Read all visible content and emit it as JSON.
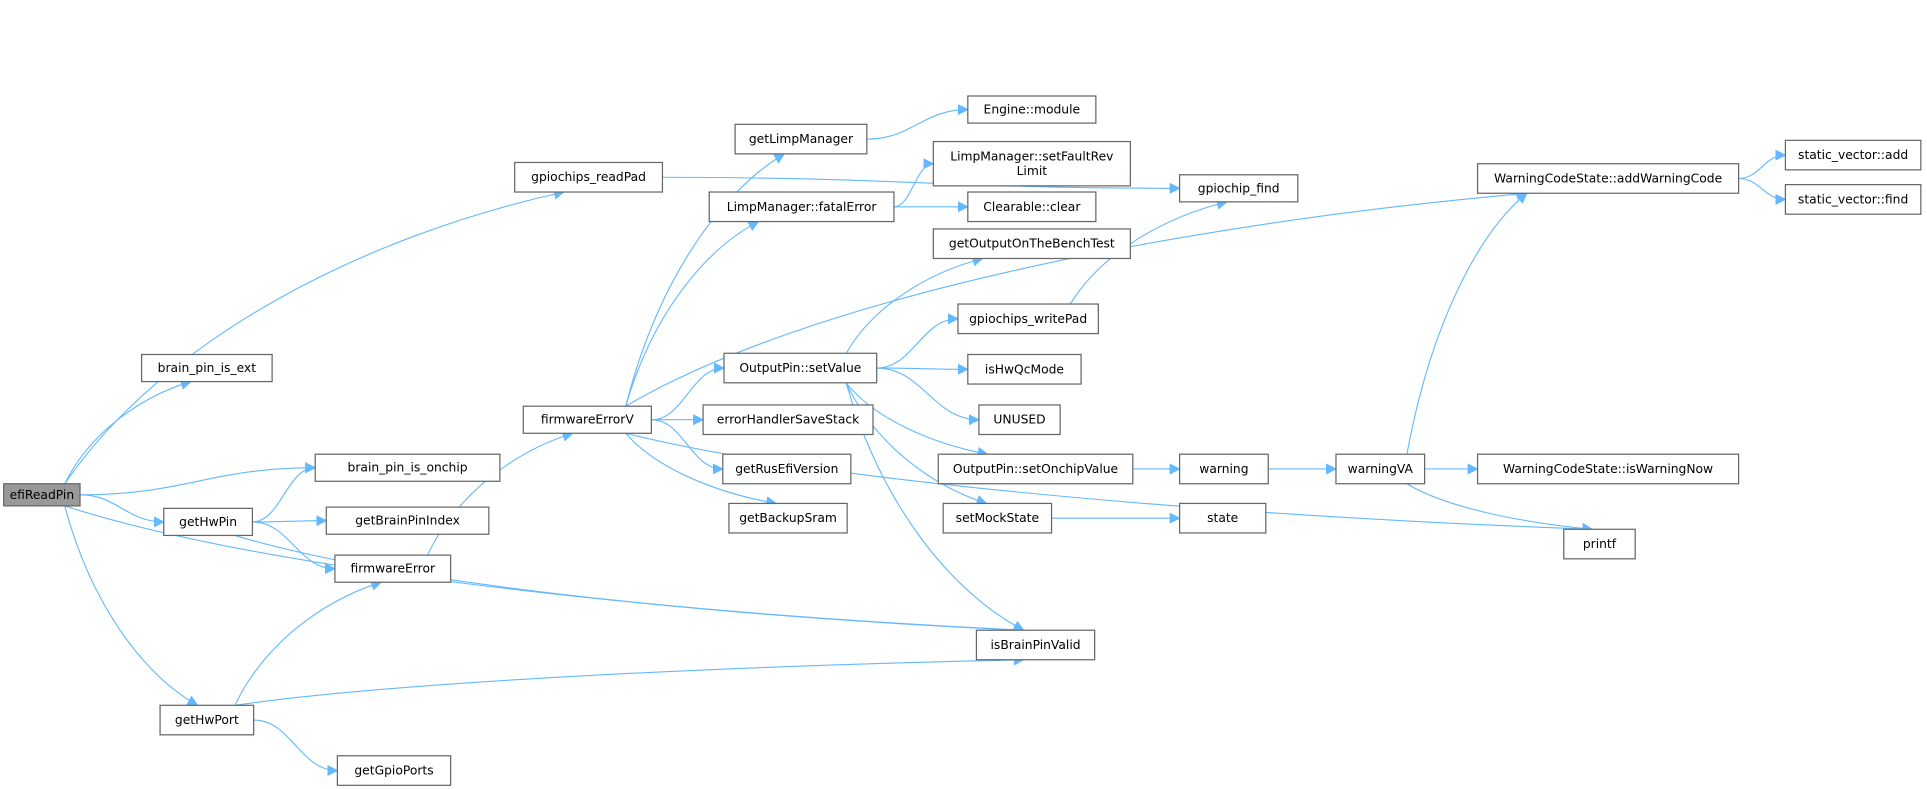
{
  "graph": {
    "root": "efiReadPin",
    "edge_color": "#63b8ff",
    "root_fill": "#999999",
    "nodes": [
      {
        "id": "efiReadPin",
        "lines": [
          "efiReadPin"
        ]
      },
      {
        "id": "brain_pin_is_ext",
        "lines": [
          "brain_pin_is_ext"
        ]
      },
      {
        "id": "gpiochips_readPad",
        "lines": [
          "gpiochips_readPad"
        ]
      },
      {
        "id": "brain_pin_is_onchip",
        "lines": [
          "brain_pin_is_onchip"
        ]
      },
      {
        "id": "getHwPin",
        "lines": [
          "getHwPin"
        ]
      },
      {
        "id": "getBrainPinIndex",
        "lines": [
          "getBrainPinIndex"
        ]
      },
      {
        "id": "firmwareError",
        "lines": [
          "firmwareError"
        ]
      },
      {
        "id": "getHwPort",
        "lines": [
          "getHwPort"
        ]
      },
      {
        "id": "getGpioPorts",
        "lines": [
          "getGpioPorts"
        ]
      },
      {
        "id": "firmwareErrorV",
        "lines": [
          "firmwareErrorV"
        ]
      },
      {
        "id": "getLimpManager",
        "lines": [
          "getLimpManager"
        ]
      },
      {
        "id": "Engine::module",
        "lines": [
          "Engine::module"
        ]
      },
      {
        "id": "LimpManager::setFaultRevLimit",
        "lines": [
          "LimpManager::setFaultRev",
          "Limit"
        ]
      },
      {
        "id": "LimpManager::fatalError",
        "lines": [
          "LimpManager::fatalError"
        ]
      },
      {
        "id": "Clearable::clear",
        "lines": [
          "Clearable::clear"
        ]
      },
      {
        "id": "getOutputOnTheBenchTest",
        "lines": [
          "getOutputOnTheBenchTest"
        ]
      },
      {
        "id": "gpiochips_writePad",
        "lines": [
          "gpiochips_writePad"
        ]
      },
      {
        "id": "isHwQcMode",
        "lines": [
          "isHwQcMode"
        ]
      },
      {
        "id": "UNUSED",
        "lines": [
          "UNUSED"
        ]
      },
      {
        "id": "OutputPin::setValue",
        "lines": [
          "OutputPin::setValue"
        ]
      },
      {
        "id": "errorHandlerSaveStack",
        "lines": [
          "errorHandlerSaveStack"
        ]
      },
      {
        "id": "getRusEfiVersion",
        "lines": [
          "getRusEfiVersion"
        ]
      },
      {
        "id": "getBackupSram",
        "lines": [
          "getBackupSram"
        ]
      },
      {
        "id": "OutputPin::setOnchipValue",
        "lines": [
          "OutputPin::setOnchipValue"
        ]
      },
      {
        "id": "setMockState",
        "lines": [
          "setMockState"
        ]
      },
      {
        "id": "isBrainPinValid",
        "lines": [
          "isBrainPinValid"
        ]
      },
      {
        "id": "gpiochip_find",
        "lines": [
          "gpiochip_find"
        ]
      },
      {
        "id": "warning",
        "lines": [
          "warning"
        ]
      },
      {
        "id": "state",
        "lines": [
          "state"
        ]
      },
      {
        "id": "warningVA",
        "lines": [
          "warningVA"
        ]
      },
      {
        "id": "WarningCodeState::addWarningCode",
        "lines": [
          "WarningCodeState::addWarningCode"
        ]
      },
      {
        "id": "static_vector::add",
        "lines": [
          "static_vector::add"
        ]
      },
      {
        "id": "static_vector::find",
        "lines": [
          "static_vector::find"
        ]
      },
      {
        "id": "WarningCodeState::isWarningNow",
        "lines": [
          "WarningCodeState::isWarningNow"
        ]
      },
      {
        "id": "printf",
        "lines": [
          "printf"
        ]
      }
    ],
    "edges": [
      [
        "efiReadPin",
        "brain_pin_is_ext"
      ],
      [
        "efiReadPin",
        "gpiochips_readPad"
      ],
      [
        "efiReadPin",
        "brain_pin_is_onchip"
      ],
      [
        "efiReadPin",
        "getHwPin"
      ],
      [
        "efiReadPin",
        "isBrainPinValid"
      ],
      [
        "efiReadPin",
        "getHwPort"
      ],
      [
        "getHwPin",
        "brain_pin_is_onchip"
      ],
      [
        "getHwPin",
        "getBrainPinIndex"
      ],
      [
        "getHwPin",
        "firmwareError"
      ],
      [
        "getHwPin",
        "isBrainPinValid"
      ],
      [
        "getHwPort",
        "firmwareError"
      ],
      [
        "getHwPort",
        "isBrainPinValid"
      ],
      [
        "getHwPort",
        "getGpioPorts"
      ],
      [
        "firmwareError",
        "firmwareErrorV"
      ],
      [
        "gpiochips_readPad",
        "gpiochip_find"
      ],
      [
        "firmwareErrorV",
        "WarningCodeState::addWarningCode"
      ],
      [
        "firmwareErrorV",
        "getLimpManager"
      ],
      [
        "firmwareErrorV",
        "LimpManager::fatalError"
      ],
      [
        "firmwareErrorV",
        "OutputPin::setValue"
      ],
      [
        "firmwareErrorV",
        "errorHandlerSaveStack"
      ],
      [
        "firmwareErrorV",
        "getRusEfiVersion"
      ],
      [
        "firmwareErrorV",
        "getBackupSram"
      ],
      [
        "firmwareErrorV",
        "printf"
      ],
      [
        "getLimpManager",
        "Engine::module"
      ],
      [
        "LimpManager::fatalError",
        "LimpManager::setFaultRevLimit"
      ],
      [
        "LimpManager::fatalError",
        "Clearable::clear"
      ],
      [
        "OutputPin::setValue",
        "getOutputOnTheBenchTest"
      ],
      [
        "OutputPin::setValue",
        "gpiochips_writePad"
      ],
      [
        "OutputPin::setValue",
        "isHwQcMode"
      ],
      [
        "OutputPin::setValue",
        "UNUSED"
      ],
      [
        "OutputPin::setValue",
        "OutputPin::setOnchipValue"
      ],
      [
        "OutputPin::setValue",
        "setMockState"
      ],
      [
        "OutputPin::setValue",
        "isBrainPinValid"
      ],
      [
        "gpiochips_writePad",
        "gpiochip_find"
      ],
      [
        "OutputPin::setOnchipValue",
        "warning"
      ],
      [
        "setMockState",
        "state"
      ],
      [
        "warning",
        "warningVA"
      ],
      [
        "warningVA",
        "WarningCodeState::addWarningCode"
      ],
      [
        "warningVA",
        "WarningCodeState::isWarningNow"
      ],
      [
        "warningVA",
        "printf"
      ],
      [
        "WarningCodeState::addWarningCode",
        "static_vector::add"
      ],
      [
        "WarningCodeState::addWarningCode",
        "static_vector::find"
      ]
    ]
  }
}
